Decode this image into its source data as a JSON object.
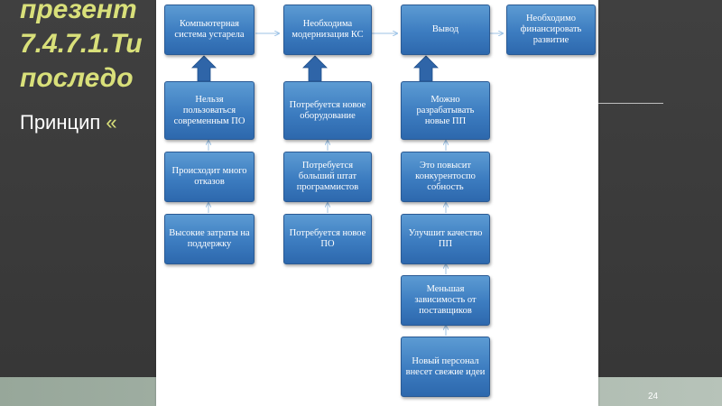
{
  "slide": {
    "title_lines": [
      "презент",
      "7.4.7.1.Ти",
      "последо"
    ],
    "subtitle_text": "Принцип ",
    "subtitle_quote": "«",
    "page_number": "24"
  },
  "diagram": {
    "col1": {
      "top": "Компьютерная система устарела",
      "mid": "Нельзя пользоваться современным ПО",
      "b1": "Происходит много отказов",
      "b2": "Высокие затраты на поддержку"
    },
    "col2": {
      "top": "Необходима модернизация КС",
      "mid": "Потребуется новое оборудование",
      "b1": "Потребуется больший штат программистов",
      "b2": "Потребуется новое ПО"
    },
    "col3": {
      "top": "Вывод",
      "mid": "Можно разрабатывать новые ПП",
      "b1": "Это повысит конкурентоспо собность",
      "b2": "Улучшит качество ПП",
      "b3": "Меньшая зависимость от поставщиков",
      "b4": "Новый персонал внесет свежие идеи"
    },
    "col4": {
      "top": "Необходимо финансировать развитие"
    },
    "colors": {
      "box_top": "#5c9bd3",
      "box_bottom": "#2d68ad",
      "arrow": "#2f65a8",
      "connector": "#9dc3e6"
    }
  }
}
